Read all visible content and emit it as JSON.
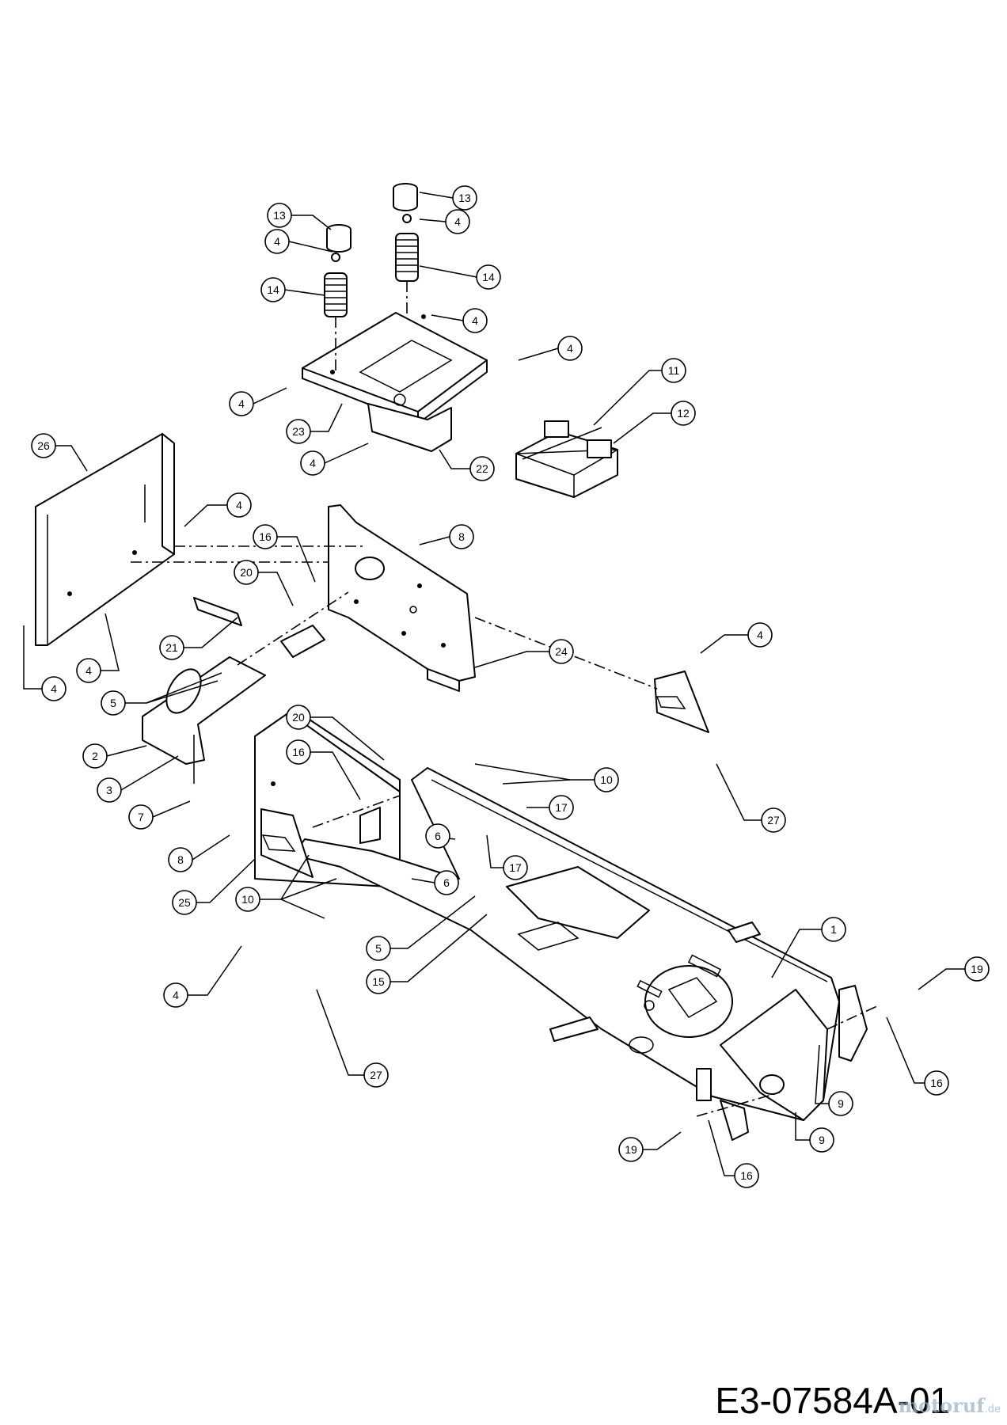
{
  "document_code": "E3-07584A-01",
  "watermark": {
    "brand": "motoruf",
    "domain": ".de"
  },
  "callout_labels": {
    "c1": "1",
    "c2": "2",
    "c3": "3",
    "c4": "4",
    "c5": "5",
    "c6": "6",
    "c7": "7",
    "c8": "8",
    "c9": "9",
    "c10": "10",
    "c11": "11",
    "c12": "12",
    "c13": "13",
    "c14": "14",
    "c15": "15",
    "c16": "16",
    "c17": "17",
    "c19": "19",
    "c20": "20",
    "c21": "21",
    "c22": "22",
    "c23": "23",
    "c24": "24",
    "c25": "25",
    "c26": "26",
    "c27": "27"
  }
}
